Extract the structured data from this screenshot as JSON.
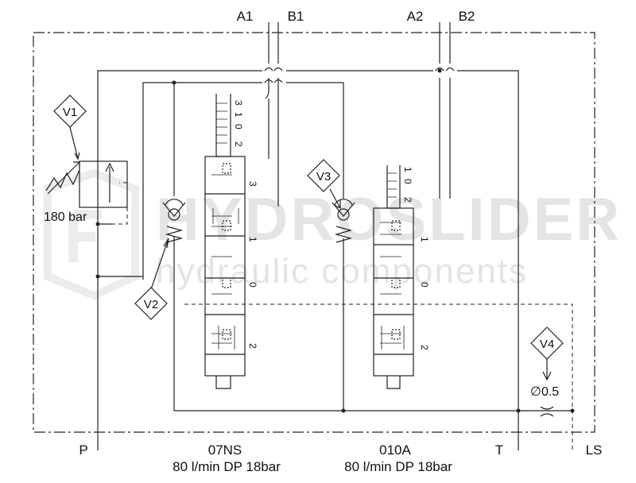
{
  "ports_top": {
    "a1": "A1",
    "b1": "B1",
    "a2": "A2",
    "b2": "B2"
  },
  "ports_bottom": {
    "p": "P",
    "t": "T",
    "ls": "LS"
  },
  "sections": [
    {
      "name": "07NS",
      "spec": "80 l/min DP 18bar"
    },
    {
      "name": "010A",
      "spec": "80 l/min DP 18bar"
    }
  ],
  "valves": {
    "v1": "V1",
    "v2": "V2",
    "v3": "V3",
    "v4": "V4"
  },
  "relief_setting": "180 bar",
  "orifice": "∅0.5",
  "lever_positions_1": {
    "p3": "3",
    "p1": "1",
    "p0": "0",
    "p2": "2"
  },
  "lever_positions_2": {
    "p1": "1",
    "p0": "0",
    "p2": "2"
  },
  "spool_positions_1": {
    "s3": "3",
    "s1": "1",
    "s0": "0",
    "s2": "2"
  },
  "spool_positions_2": {
    "s1": "1",
    "s0": "0",
    "s2": "2"
  },
  "watermark": {
    "brand": "HYDROSLIDER",
    "tagline": "hydraulic components"
  }
}
